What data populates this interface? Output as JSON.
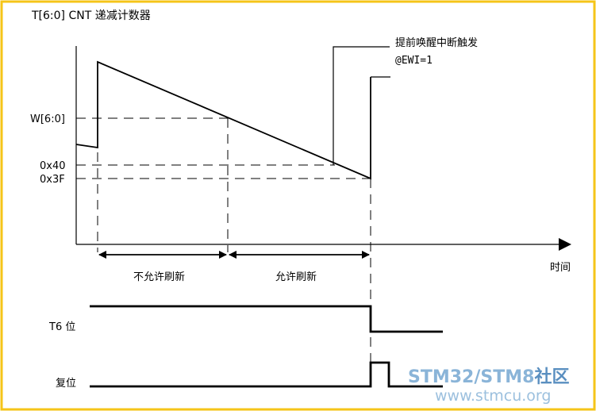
{
  "title": "T[6:0] CNT 递减计数器",
  "y_labels": {
    "w": "W[6:0]",
    "x40": "0x40",
    "x3f": "0x3F"
  },
  "x_axis_label": "时间",
  "annotation": {
    "line1": "提前唤醒中断触发",
    "line2": "@EWI=1"
  },
  "regions": {
    "not_allowed": "不允许刷新",
    "allowed": "允许刷新"
  },
  "signals": {
    "t6": "T6 位",
    "reset": "复位"
  },
  "watermark": {
    "part1": "STM32/STM8",
    "part2": "社区",
    "url": "www.stmcu.org"
  },
  "colors": {
    "frame": "#f5c518",
    "line": "#000000",
    "watermark": "#8ab4d8"
  }
}
